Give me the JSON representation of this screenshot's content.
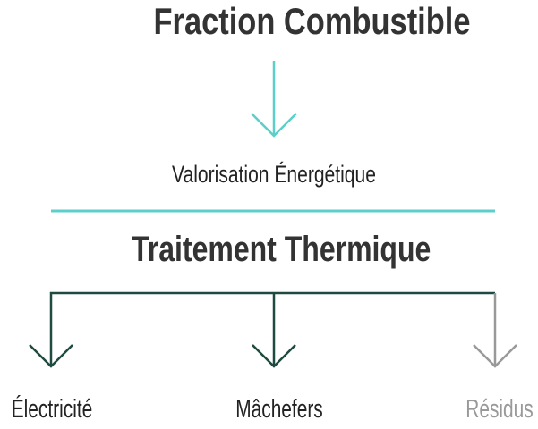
{
  "title": "Fraction Combustible",
  "step": "Valorisation Énergétique",
  "process": "Traitement Thermique",
  "outputs": [
    "Électricité",
    "Mâchefers",
    "Résidus"
  ],
  "colors": {
    "teal": "#5ccfca",
    "dark_green": "#1f4a40",
    "grey": "#999999",
    "text": "#333333"
  }
}
